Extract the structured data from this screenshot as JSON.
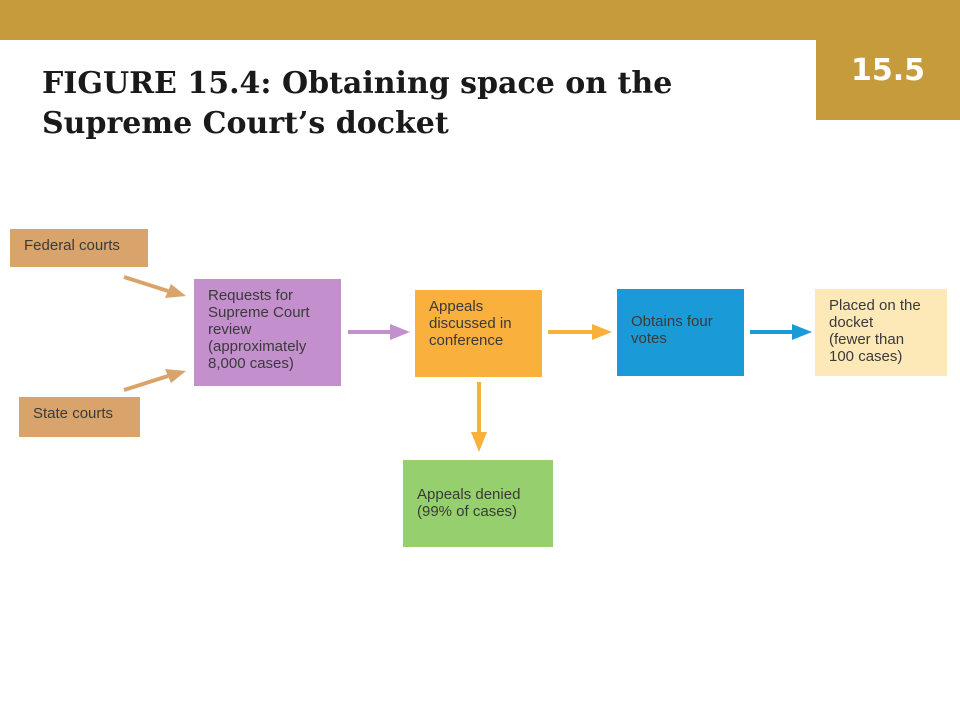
{
  "header": {
    "section_number": "15.5",
    "title_line1": "FIGURE 15.4: Obtaining space on the",
    "title_line2": "Supreme Court’s docket"
  },
  "diagram": {
    "federal_courts": "Federal courts",
    "state_courts": "State courts",
    "requests": [
      "Requests for",
      "Supreme Court",
      "review",
      "(approximately",
      "8,000 cases)"
    ],
    "appeals_discussed": [
      "Appeals",
      "discussed in",
      "conference"
    ],
    "obtains_votes": [
      "Obtains four",
      "votes"
    ],
    "placed_on_docket": [
      "Placed on the",
      "docket",
      "(fewer than",
      "100 cases)"
    ],
    "appeals_denied": [
      "Appeals denied",
      "(99% of cases)"
    ]
  },
  "colors": {
    "accent_gold": "#c59b3c",
    "court_box": "#d9a46b",
    "requests_box": "#c38fcc",
    "discussed_box": "#f9b03c",
    "votes_box": "#1b9ad8",
    "docket_box": "#fde9b8",
    "denied_box": "#96cf6e"
  }
}
